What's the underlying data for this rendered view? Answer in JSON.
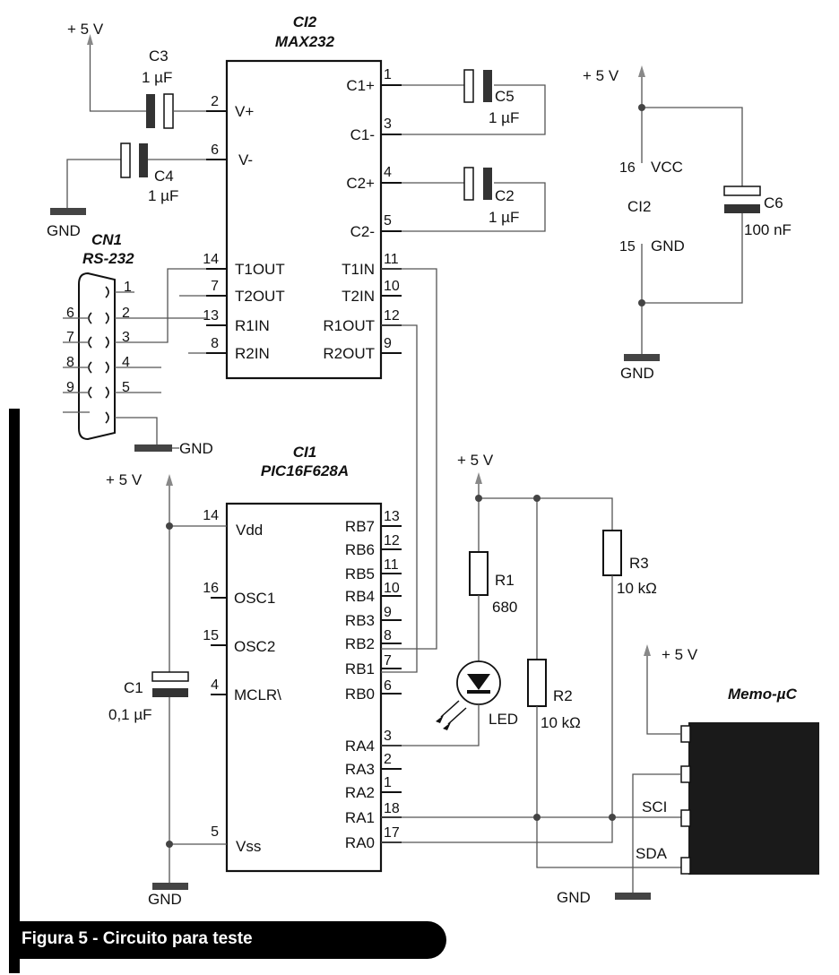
{
  "caption": "Figura 5 - Circuito para teste",
  "labels": {
    "vcc": "+ 5 V",
    "gnd": "GND"
  },
  "ci2": {
    "ref": "CI2",
    "part": "MAX232",
    "pins": [
      {
        "num": "2",
        "name": "V+"
      },
      {
        "num": "6",
        "name": "V-"
      },
      {
        "num": "14",
        "name": "T1OUT"
      },
      {
        "num": "7",
        "name": "T2OUT"
      },
      {
        "num": "13",
        "name": "R1IN"
      },
      {
        "num": "8",
        "name": "R2IN"
      },
      {
        "num": "1",
        "name": "C1+"
      },
      {
        "num": "3",
        "name": "C1-"
      },
      {
        "num": "4",
        "name": "C2+"
      },
      {
        "num": "5",
        "name": "C2-"
      },
      {
        "num": "11",
        "name": "T1IN"
      },
      {
        "num": "10",
        "name": "T2IN"
      },
      {
        "num": "12",
        "name": "R1OUT"
      },
      {
        "num": "9",
        "name": "R2OUT"
      }
    ],
    "supply": {
      "vcc_pin": "16",
      "vcc_name": "VCC",
      "gnd_pin": "15",
      "gnd_name": "GND",
      "ref": "CI2"
    }
  },
  "ci1": {
    "ref": "CI1",
    "part": "PIC16F628A",
    "pins": [
      {
        "num": "14",
        "name": "Vdd"
      },
      {
        "num": "16",
        "name": "OSC1"
      },
      {
        "num": "15",
        "name": "OSC2"
      },
      {
        "num": "4",
        "name": "MCLR\\"
      },
      {
        "num": "5",
        "name": "Vss"
      },
      {
        "num": "13",
        "name": "RB7"
      },
      {
        "num": "12",
        "name": "RB6"
      },
      {
        "num": "11",
        "name": "RB5"
      },
      {
        "num": "10",
        "name": "RB4"
      },
      {
        "num": "9",
        "name": "RB3"
      },
      {
        "num": "8",
        "name": "RB2"
      },
      {
        "num": "7",
        "name": "RB1"
      },
      {
        "num": "6",
        "name": "RB0"
      },
      {
        "num": "3",
        "name": "RA4"
      },
      {
        "num": "2",
        "name": "RA3"
      },
      {
        "num": "1",
        "name": "RA2"
      },
      {
        "num": "18",
        "name": "RA1"
      },
      {
        "num": "17",
        "name": "RA0"
      }
    ]
  },
  "cn1": {
    "ref": "CN1",
    "type": "RS-232",
    "pins": [
      "1",
      "2",
      "3",
      "4",
      "5",
      "6",
      "7",
      "8",
      "9"
    ]
  },
  "components": {
    "c3": {
      "ref": "C3",
      "value": "1 µF"
    },
    "c4": {
      "ref": "C4",
      "value": "1 µF"
    },
    "c5": {
      "ref": "C5",
      "value": "1 µF"
    },
    "c2": {
      "ref": "C2",
      "value": "1 µF"
    },
    "c6": {
      "ref": "C6",
      "value": "100 nF"
    },
    "c1": {
      "ref": "C1",
      "value": "0,1 µF"
    },
    "r1": {
      "ref": "R1",
      "value": "680"
    },
    "r2": {
      "ref": "R2",
      "value": "10 kΩ"
    },
    "r3": {
      "ref": "R3",
      "value": "10 kΩ"
    },
    "led": {
      "ref": "LED"
    }
  },
  "module": {
    "name": "Memo-µC",
    "scl": "SCI",
    "sda": "SDA"
  }
}
